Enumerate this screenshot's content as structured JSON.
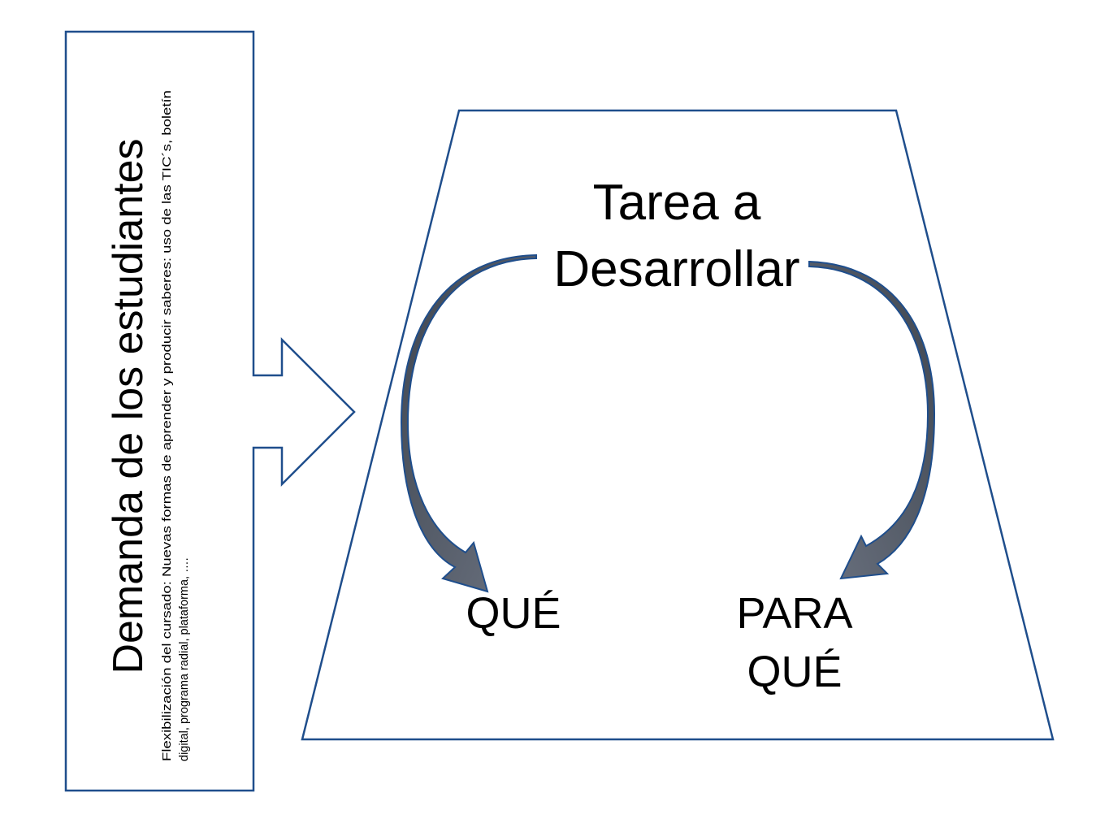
{
  "demand_panel": {
    "title": "Demanda de los estudiantes",
    "subtitle_line1": "Flexibilización del cursado: Nuevas formas de aprender y producir saberes: uso de las TIC´s, boletín",
    "subtitle_line2": "digital, programa radial, plataforma, …."
  },
  "task": {
    "title_line1": "Tarea a",
    "title_line2": "Desarrollar"
  },
  "outcomes": {
    "what_label": "QUÉ",
    "purpose_line1": "PARA",
    "purpose_line2": "QUÉ"
  },
  "colors": {
    "outline": "#1f4e8c",
    "arrow_fill_dark": "#4b5563",
    "arrow_fill_light": "#6b7280",
    "text": "#000000"
  }
}
